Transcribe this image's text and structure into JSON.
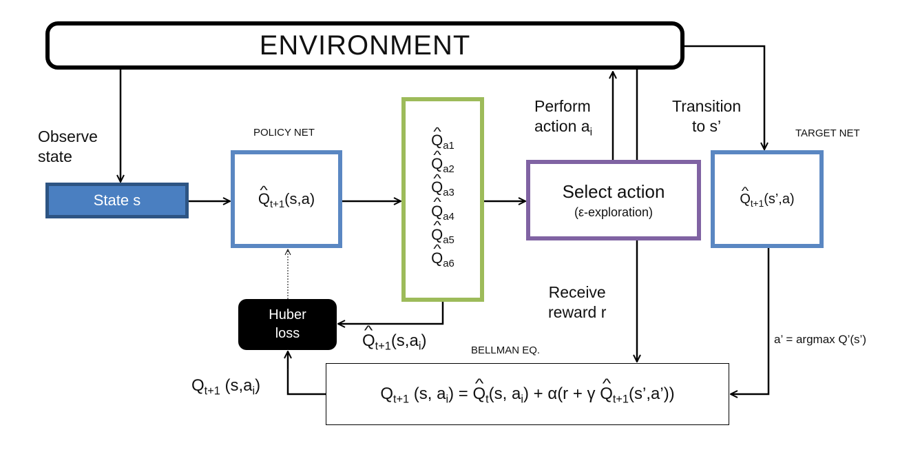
{
  "environment": {
    "label": "ENVIRONMENT"
  },
  "state": {
    "label": "State s"
  },
  "observe": {
    "line1": "Observe",
    "line2": "state"
  },
  "policy_net": {
    "caption": "POLICY NET",
    "q": "Q",
    "sub": "t+1",
    "args": "(s,a)"
  },
  "q_values": {
    "symbol": "Q",
    "items": [
      "a1",
      "a2",
      "a3",
      "a4",
      "a5",
      "a6"
    ]
  },
  "select_action": {
    "title": "Select action",
    "subtitle": "(ε-exploration)"
  },
  "perform": {
    "line1": "Perform",
    "line2_prefix": "action a",
    "line2_sub": "i"
  },
  "transition": {
    "line1": "Transition",
    "line2": "to s’"
  },
  "target_net": {
    "caption": "TARGET NET",
    "q": "Q",
    "sub": "t+1",
    "args": "(s’,a)"
  },
  "receive": {
    "line1": "Receive",
    "line2": "reward r"
  },
  "argmax": {
    "label": "a’ = argmax Q’(s’)"
  },
  "huber": {
    "line1": "Huber",
    "line2": "loss"
  },
  "q_policy_label": {
    "q": "Q",
    "sub": "t+1",
    "args_prefix": "(s,a",
    "args_sub": "i",
    "args_suffix": ")"
  },
  "q_target_label": {
    "q": "Q",
    "sub": "t+1",
    "space": " ",
    "args_prefix": "(s,a",
    "args_sub": "i",
    "args_suffix": ")"
  },
  "bellman": {
    "caption": "BELLMAN EQ.",
    "q1": "Q",
    "q1_sub": "t+1",
    "p1": " (s, a",
    "p1_sub": "i",
    "p1_end": ") = ",
    "q2": "Q",
    "q2_sub": "t",
    "p2": "(s, a",
    "p2_sub": "i",
    "p2_end": ") + α(r + γ ",
    "q3": "Q",
    "q3_sub": "t+1",
    "p3": "(s’,a’))"
  },
  "colors": {
    "state_fill": "#4a7fc1",
    "net_border": "#5a87c2",
    "qvalues_border": "#9dbb5a",
    "select_border": "#8063a3",
    "huber_fill": "#000000"
  }
}
